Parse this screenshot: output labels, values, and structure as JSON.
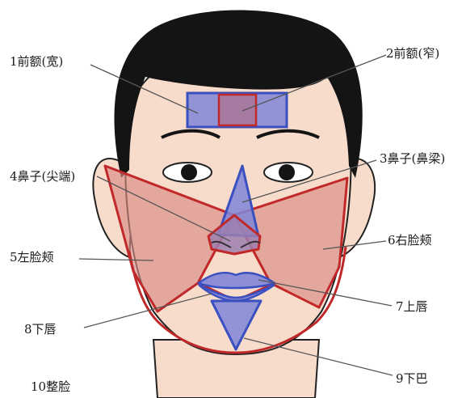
{
  "labels": {
    "forehead_wide": "1前额(宽)",
    "forehead_narrow": "2前额(窄)",
    "nose_bridge": "3鼻子(鼻梁)",
    "nose_tip": "4鼻子(尖端)",
    "left_cheek": "5左脸颊",
    "right_cheek": "6右脸颊",
    "upper_lip": "7上唇",
    "lower_lip": "8下唇",
    "chin": "9下巴",
    "whole_face": "10整脸"
  },
  "colors": {
    "skin": "#f8dccb",
    "hair": "#141414",
    "region_fill_blue": "#7f86d8",
    "region_stroke_blue": "#3a4fc0",
    "region_fill_red": "#d98a84",
    "region_stroke_red": "#c0282a",
    "leader_line": "#555555"
  }
}
